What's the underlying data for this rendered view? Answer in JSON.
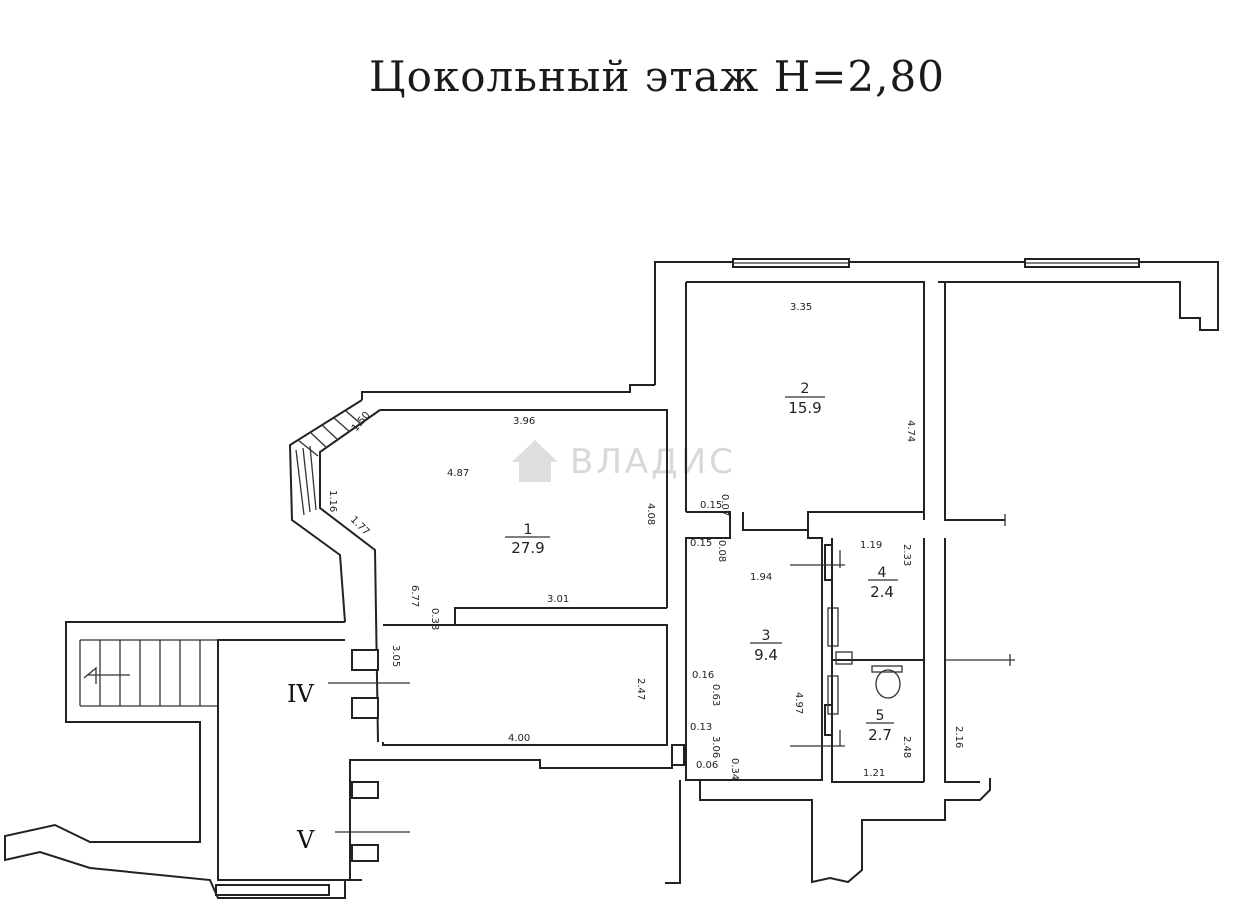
{
  "title": "Цокольный этаж  Н=2,80",
  "watermark": "ВЛАДИС",
  "rooms": [
    {
      "number": "1",
      "area": "27.9"
    },
    {
      "number": "2",
      "area": "15.9"
    },
    {
      "number": "3",
      "area": "9.4"
    },
    {
      "number": "4",
      "area": "2.4"
    },
    {
      "number": "5",
      "area": "2.7"
    }
  ],
  "sections": [
    "IV",
    "V"
  ],
  "dimensions": {
    "r2_width": "3.35",
    "r2_height": "4.74",
    "r1_top": "3.96",
    "r1_diag": "4.87",
    "r1_right": "4.08",
    "r1_bay1": "1.50",
    "r1_bay2": "1.16",
    "r1_bay3": "1.77",
    "r1_left": "6.77",
    "r1_partition": "3.01",
    "r1_stub": "0.38",
    "r1_lower_left": "3.05",
    "r1_lower_right": "2.47",
    "r1_bottom": "4.00",
    "corr_a": "0.15",
    "corr_b": "0.07",
    "corr_c": "0.15",
    "corr_d": "0.08",
    "r3_width": "1.94",
    "r3_height": "4.97",
    "r3_a": "0.16",
    "r3_b": "0.63",
    "r3_c": "0.13",
    "r3_d": "3.06",
    "r3_e": "0.06",
    "r3_f": "0.34",
    "r4_width": "1.19",
    "r4_height": "2.33",
    "r5_width": "1.21",
    "r5_height": "2.48",
    "right_height": "2.16"
  }
}
